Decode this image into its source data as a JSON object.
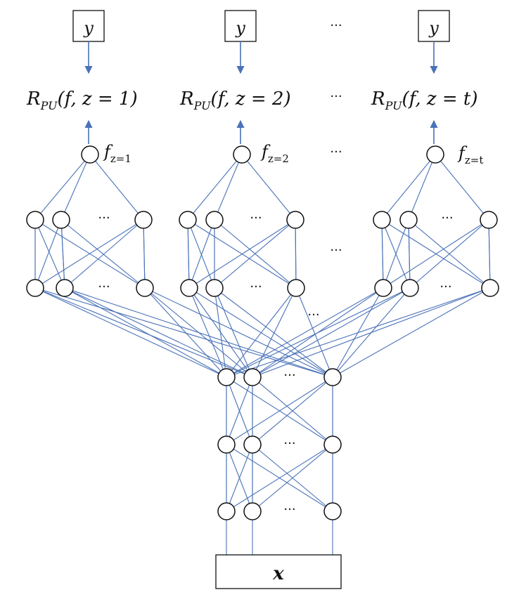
{
  "colors": {
    "edge": "#4a72b8",
    "node_stroke": "#111111",
    "background": "#ffffff"
  },
  "input": {
    "label": "x"
  },
  "heads": [
    {
      "target": "y",
      "risk_main": "R",
      "risk_sub": "PU",
      "risk_args": "(f, z = 1)",
      "output_main": "f",
      "output_sub": "z=1"
    },
    {
      "target": "y",
      "risk_main": "R",
      "risk_sub": "PU",
      "risk_args": "(f, z = 2)",
      "output_main": "f",
      "output_sub": "z=2"
    },
    {
      "target": "y",
      "risk_main": "R",
      "risk_sub": "PU",
      "risk_args": "(f, z = t)",
      "output_main": "f",
      "output_sub": "z=t"
    }
  ],
  "ellipsis": "···"
}
